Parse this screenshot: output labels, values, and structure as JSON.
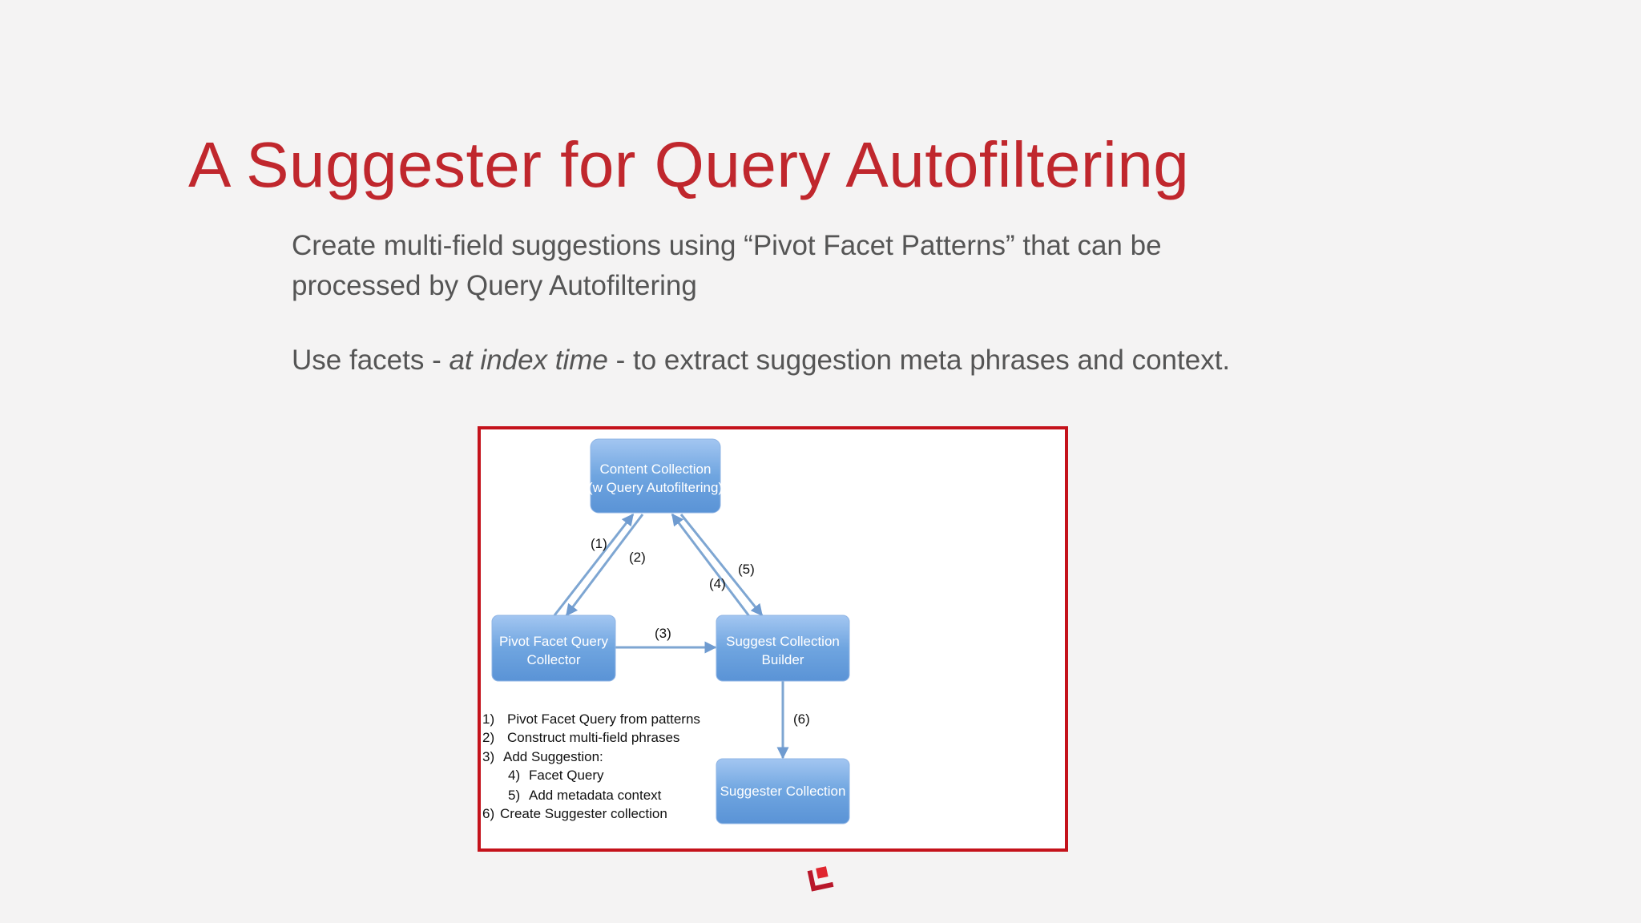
{
  "slide": {
    "title": "A Suggester for Query Autofiltering",
    "paragraph1": "Create multi-field suggestions using “Pivot Facet Patterns” that can be processed by Query Autofiltering",
    "paragraph2": {
      "before": "Use facets - ",
      "italic": "at index time",
      "after": " - to extract suggestion meta phrases and context."
    }
  },
  "diagram": {
    "nodes": {
      "content": [
        "Content Collection",
        "(w Query Autofiltering)"
      ],
      "pivot": [
        "Pivot Facet Query",
        "Collector"
      ],
      "builder": [
        "Suggest Collection",
        "Builder"
      ],
      "suggester": [
        "Suggester Collection"
      ]
    },
    "edge_labels": [
      "(1)",
      "(2)",
      "(3)",
      "(4)",
      "(5)",
      "(6)"
    ],
    "legend": [
      {
        "num": "1)",
        "text": "Pivot Facet Query from patterns"
      },
      {
        "num": "2)",
        "text": "Construct multi-field phrases"
      },
      {
        "num": "3)",
        "text": "Add Suggestion:"
      },
      {
        "num": "4)",
        "text": "Facet Query"
      },
      {
        "num": "5)",
        "text": "Add metadata context"
      },
      {
        "num": "6)",
        "text": "Create Suggester collection"
      }
    ],
    "colors": {
      "border": "#c4121b",
      "node": "#6fa5e0",
      "arrow": "#7ea6d2"
    }
  }
}
